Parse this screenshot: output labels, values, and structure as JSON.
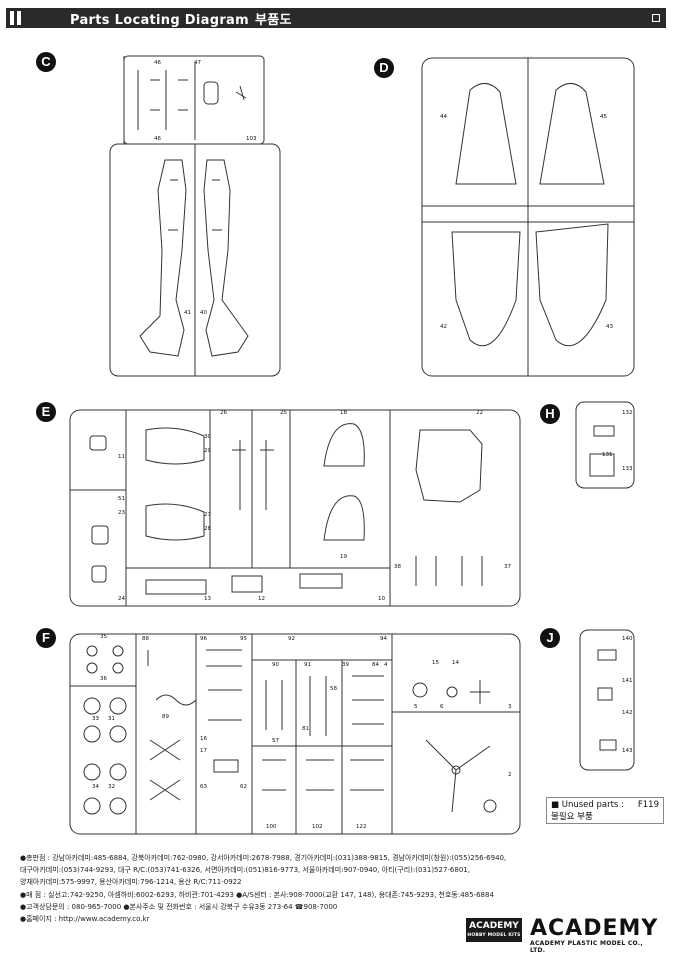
{
  "header": {
    "title_en": "Parts Locating Diagram",
    "title_ko": "부품도"
  },
  "sections": {
    "C": {
      "letter": "C",
      "parts": [
        "46",
        "47",
        "46",
        "103",
        "41",
        "40"
      ]
    },
    "D": {
      "letter": "D",
      "parts": [
        "44",
        "45",
        "42",
        "43"
      ]
    },
    "E": {
      "letter": "E",
      "parts": [
        "11",
        "51",
        "23",
        "24",
        "30",
        "29",
        "27",
        "28",
        "13",
        "26",
        "25",
        "12",
        "18",
        "19",
        "10",
        "22",
        "38",
        "37"
      ]
    },
    "H": {
      "letter": "H",
      "parts": [
        "132",
        "131",
        "133"
      ]
    },
    "F": {
      "letter": "F",
      "parts": [
        "35",
        "36",
        "33",
        "31",
        "34",
        "32",
        "88",
        "89",
        "96",
        "95",
        "15",
        "14",
        "92",
        "94",
        "5",
        "6",
        "3",
        "2",
        "57",
        "100",
        "102",
        "122",
        "84",
        "91",
        "90",
        "39",
        "4",
        "58",
        "81",
        "62",
        "63",
        "17",
        "16"
      ]
    },
    "J": {
      "letter": "J",
      "parts": [
        "140",
        "141",
        "142",
        "143"
      ]
    }
  },
  "unused": {
    "label": "■ Unused parts :",
    "value": "F119",
    "label_ko": "불필요 부품"
  },
  "footer": {
    "line1": "●총판점 : 강남아카데미:485-6884, 강북아카데미:762-0980, 강서아카데미:2678-7988, 경기아카데미:(031)388-9815, 경남아카데미(창원):(055)256-6940,",
    "line2": "대구아카데미:(053)744-9293, 대구 R/C:(053)741-6326, 서면아카데미:(051)816-9773, 서울아카데미:907-0940, 아티(구리):(031)527-6801,",
    "line3": "양재아카데미:575-9997, 용산아카데미:796-1214, 용산 R/C:711-0922",
    "line4": "●매    점 : 실선고:742-9250, 아셈하비:6002-6293, 하비관:701-4293   ●A/S센터 : 본사:908-7000(교환 147, 148), 용대존:745-9293, 천호동:485-6884",
    "line5": "●고객상담문의 : 080-965-7000  ●본사주소 및 전화번호 : 서울시 강북구 수유3동 273-64   ☎908-7000",
    "line6": "●홈페이지 :  http://www.academy.co.kr"
  },
  "logo": {
    "small_brand": "ACADEMY",
    "small_sub": "HOBBY MODEL KITS",
    "big_brand": "ACADEMY",
    "big_corp": "ACADEMY PLASTIC MODEL CO., LTD."
  }
}
